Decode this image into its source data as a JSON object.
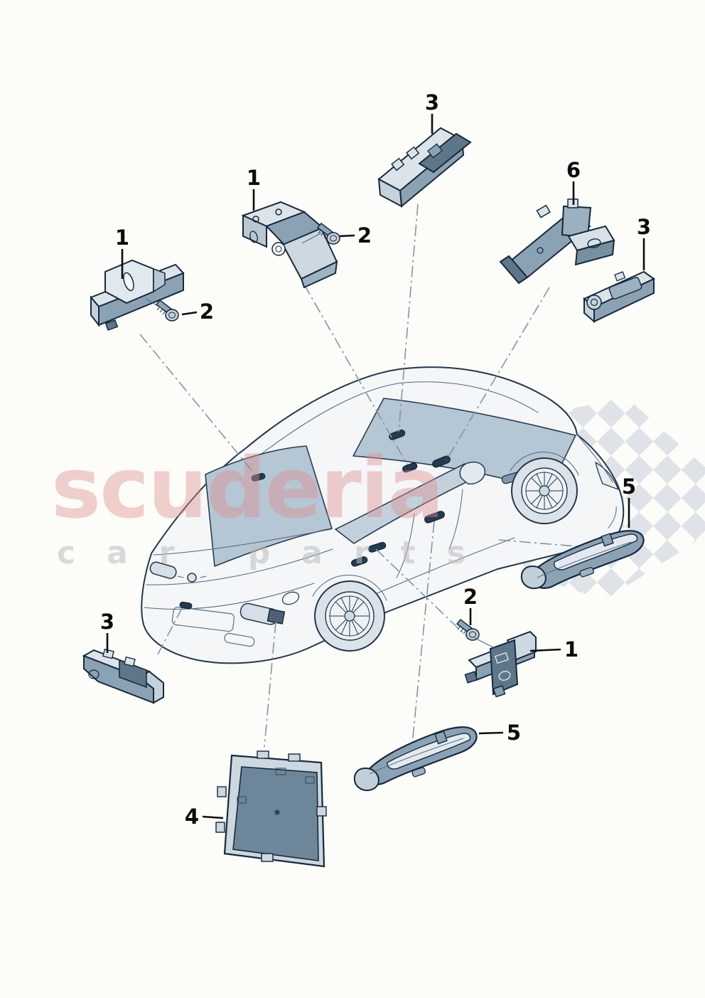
{
  "page": {
    "background": "#fcfcf9",
    "type": "parts-diagram"
  },
  "watermark": {
    "brand": "scuderia",
    "tagline": "car parts"
  },
  "callouts": [
    {
      "id": "c0",
      "label": "1"
    },
    {
      "id": "c1",
      "label": "2"
    },
    {
      "id": "c2",
      "label": "1"
    },
    {
      "id": "c3",
      "label": "2"
    },
    {
      "id": "c4",
      "label": "3"
    },
    {
      "id": "c5",
      "label": "6"
    },
    {
      "id": "c6",
      "label": "3"
    },
    {
      "id": "c7",
      "label": "5"
    },
    {
      "id": "c8",
      "label": "2"
    },
    {
      "id": "c9",
      "label": "1"
    },
    {
      "id": "c10",
      "label": "5"
    },
    {
      "id": "c11",
      "label": "4"
    },
    {
      "id": "c12",
      "label": "3"
    }
  ],
  "colors": {
    "outline": "#16293c",
    "part_light": "#dce4ea",
    "part_medium": "#8aa2b4",
    "part_dark": "#5f7689",
    "glass": "#b5c6d4",
    "body_fill": "#f4f6f8",
    "marker": "#243a50",
    "checker": "#dfe3e7",
    "leader_line": "#8097aa",
    "watermark_pink": "#e08f8f",
    "watermark_gray": "#bdbdbd"
  }
}
